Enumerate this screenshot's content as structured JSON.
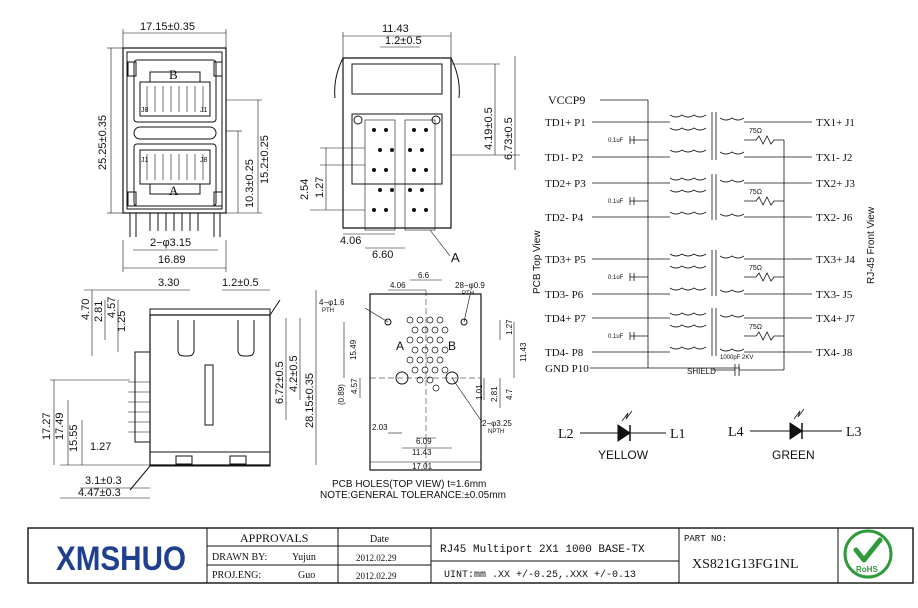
{
  "drawing": {
    "front_view": {
      "width_dim": "17.15±0.35",
      "height_dim": "25.25±0.35",
      "port_upper": "B",
      "port_lower": "A",
      "pin_upper_left": "J8",
      "pin_upper_right": "J1",
      "pin_lower_left": "J1",
      "pin_lower_right": "J8",
      "dim_10_3": "10.3±0.25",
      "dim_15_2": "15.2±0.25",
      "dim_pin": "2−φ3.15",
      "dim_base": "16.89"
    },
    "side_view": {
      "width_dim": "11.43",
      "dim_1_2": "1.2±0.5",
      "dim_4_19": "4.19±0.5",
      "dim_6_73": "6.73±0.5",
      "dim_2_54": "2.54",
      "dim_1_27": "1.27",
      "dim_4_06": "4.06",
      "dim_6_60": "6.60",
      "label_a": "A"
    },
    "profile_view": {
      "dim_3_30": "3.30",
      "dim_1_2": "1.2±0.5",
      "dim_4_70": "4.70",
      "dim_2_81": "2.81",
      "dim_4_57": "4.57",
      "dim_1_25": "1.25",
      "dim_6_72": "6.72±0.5",
      "dim_4_2": "4.2±0.5",
      "dim_28_15": "28.15±0.35",
      "dim_17_49": "17.49",
      "dim_15_55": "15.55",
      "dim_17_27": "17.27",
      "dim_1_27": "1.27",
      "dim_3_1": "3.1±0.3",
      "dim_4_47": "4.47±0.3"
    },
    "pcb_view": {
      "dim_4_06": "4.06",
      "dim_6_6": "6.6",
      "dim_4_phi": "4−φ1.6",
      "dim_4_phi_sub": "PTH",
      "dim_28_phi": "28−φ0.9",
      "dim_28_phi_sub": "PTH",
      "dim_15_49": "15.49",
      "dim_1_27": "1.27",
      "dim_11_43": "11.43",
      "dim_4_57": "4.57",
      "dim_0_89": "(0.89)",
      "dim_1_01": "1.01",
      "dim_2_81": "2.81",
      "dim_4_7": "4.7",
      "dim_2_phi": "2−φ3.25",
      "dim_2_phi_sub": "NPTH",
      "dim_2_03": "2.03",
      "dim_6_09": "6.09",
      "dim_11_43b": "11.43",
      "dim_17_01": "17.01",
      "label_a": "A",
      "label_b": "B",
      "note_holes": "PCB HOLES(TOP VIEW) t=1.6mm",
      "note_tolerance": "NOTE:GENERAL TOLERANCE:±0.05mm"
    },
    "schematic": {
      "vcc": "VCCP9",
      "left_labels": [
        "TD1+ P1",
        "TD1- P2",
        "TD2+ P3",
        "TD2- P4",
        "TD3+ P5",
        "TD3- P6",
        "TD4+ P7",
        "TD4- P8",
        "GND P10"
      ],
      "right_labels": [
        "TX1+ J1",
        "TX1- J2",
        "TX2+ J3",
        "TX2- J6",
        "TX3+ J4",
        "TX3- J5",
        "TX4+ J7",
        "TX4- J8"
      ],
      "cap_label": "0.1uF",
      "res_label": "75Ω",
      "hv_cap": "1000pF 2KV",
      "shield": "SHIELD",
      "pcb_top_view": "PCB Top View",
      "rj45_front_view": "RJ-45 Front View"
    },
    "leds": {
      "yellow": {
        "left": "L2",
        "right": "L1",
        "color_name": "YELLOW"
      },
      "green": {
        "left": "L4",
        "right": "L3",
        "color_name": "GREEN"
      }
    }
  },
  "title_block": {
    "logo": "XMSHUO",
    "approvals": "APPROVALS",
    "date_header": "Date",
    "drawn_by_label": "DRAWN BY:",
    "drawn_by": "Yujun",
    "drawn_date": "2012.02.29",
    "proj_eng_label": "PROJ.ENG:",
    "proj_eng": "Guo",
    "proj_date": "2012.02.29",
    "description": "RJ45 Multiport 2X1 1000 BASE-TX",
    "tolerance": "UINT:mm .XX +/-0.25,.XXX +/-0.13",
    "part_no_label": "PART NO:",
    "part_no": "XS821G13FG1NL",
    "rohs": "RoHS"
  },
  "colors": {
    "line": "#111111",
    "rohs_green": "#2e9a3a",
    "logo_blue": "#1f3f8f"
  }
}
